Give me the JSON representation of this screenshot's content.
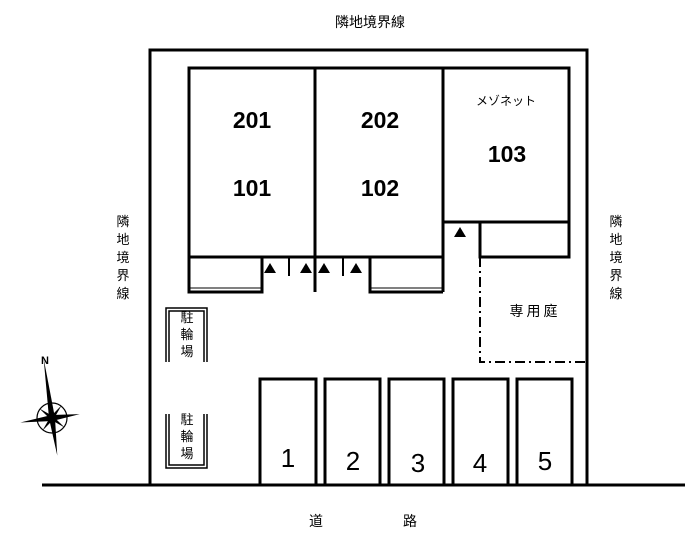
{
  "boundary_label": "隣地境界線",
  "boundary_label_left": "隣地境界線",
  "boundary_label_right": "隣地境界線",
  "units": {
    "u201": "201",
    "u101": "101",
    "u202": "202",
    "u102": "102",
    "maisonette": "メゾネット",
    "u103": "103"
  },
  "private_garden": "専用庭",
  "bicycle_parking": "駐輪場",
  "parking_spaces": [
    "1",
    "2",
    "3",
    "4",
    "5"
  ],
  "road": {
    "char1": "道",
    "char2": "路"
  },
  "compass": {
    "north": "N"
  },
  "colors": {
    "line": "#000000",
    "background": "#ffffff"
  }
}
